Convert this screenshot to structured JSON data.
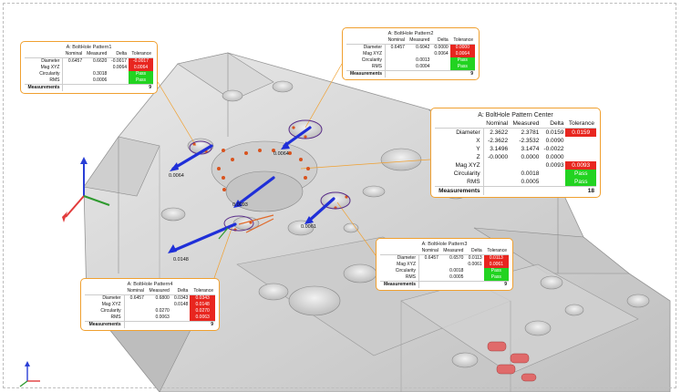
{
  "panels": {
    "p1": {
      "title": "A: BoltHole Pattern1",
      "headers": [
        "",
        "Nominal",
        "Measured",
        "Delta",
        "Tolerance"
      ],
      "rows": [
        {
          "label": "Diameter",
          "nominal": "0.6457",
          "measured": "0.6620",
          "delta": "-0.0017",
          "tol": "-0.0017",
          "status": "fail"
        },
        {
          "label": "Mag XYZ",
          "nominal": "",
          "measured": "",
          "delta": "0.0064",
          "tol": "0.0064",
          "status": "fail"
        },
        {
          "label": "Circularity",
          "nominal": "",
          "measured": "0.3018",
          "delta": "",
          "tol": "Pass",
          "status": "pass"
        },
        {
          "label": "RMS",
          "nominal": "",
          "measured": "0.0006",
          "delta": "",
          "tol": "Pass",
          "status": "pass"
        }
      ],
      "measurements_label": "Measurements",
      "measurements": "9"
    },
    "p2": {
      "title": "A: BoltHole Pattern2",
      "headers": [
        "",
        "Nominal",
        "Measured",
        "Delta",
        "Tolerance"
      ],
      "rows": [
        {
          "label": "Diameter",
          "nominal": "0.6457",
          "measured": "0.6042",
          "delta": "0.0000",
          "tol": "0.0000",
          "status": "fail"
        },
        {
          "label": "Mag XYZ",
          "nominal": "",
          "measured": "",
          "delta": "0.0064",
          "tol": "0.0064",
          "status": "fail"
        },
        {
          "label": "Circularity",
          "nominal": "",
          "measured": "0.0013",
          "delta": "",
          "tol": "Pass",
          "status": "pass"
        },
        {
          "label": "RMS",
          "nominal": "",
          "measured": "0.0004",
          "delta": "",
          "tol": "Pass",
          "status": "pass"
        }
      ],
      "measurements_label": "Measurements",
      "measurements": "9"
    },
    "center": {
      "title": "A: BoltHole Pattern Center",
      "headers": [
        "",
        "Nominal",
        "Measured",
        "Delta",
        "Tolerance"
      ],
      "rows": [
        {
          "label": "Diameter",
          "nominal": "2.3622",
          "measured": "2.3781",
          "delta": "0.0159",
          "tol": "0.0159",
          "status": "fail"
        },
        {
          "label": "X",
          "nominal": "-2.3622",
          "measured": "-2.3532",
          "delta": "0.0090",
          "tol": "",
          "status": ""
        },
        {
          "label": "Y",
          "nominal": "3.1496",
          "measured": "3.1474",
          "delta": "-0.0022",
          "tol": "",
          "status": ""
        },
        {
          "label": "Z",
          "nominal": "-0.0000",
          "measured": "0.0000",
          "delta": "0.0000",
          "tol": "",
          "status": ""
        },
        {
          "label": "Mag XYZ",
          "nominal": "",
          "measured": "",
          "delta": "0.0093",
          "tol": "0.0093",
          "status": "fail"
        },
        {
          "label": "Circularity",
          "nominal": "",
          "measured": "0.0018",
          "delta": "",
          "tol": "Pass",
          "status": "pass"
        },
        {
          "label": "RMS",
          "nominal": "",
          "measured": "0.0005",
          "delta": "",
          "tol": "Pass",
          "status": "pass"
        }
      ],
      "measurements_label": "Measurements",
      "measurements": "18"
    },
    "p3": {
      "title": "A: BoltHole Pattern3",
      "headers": [
        "",
        "Nominal",
        "Measured",
        "Delta",
        "Tolerance"
      ],
      "rows": [
        {
          "label": "Diameter",
          "nominal": "0.6457",
          "measured": "0.6570",
          "delta": "0.0113",
          "tol": "0.0113",
          "status": "fail"
        },
        {
          "label": "Mag XYZ",
          "nominal": "",
          "measured": "",
          "delta": "0.0061",
          "tol": "0.0061",
          "status": "fail"
        },
        {
          "label": "Circularity",
          "nominal": "",
          "measured": "0.0018",
          "delta": "",
          "tol": "Pass",
          "status": "pass"
        },
        {
          "label": "RMS",
          "nominal": "",
          "measured": "0.0005",
          "delta": "",
          "tol": "Pass",
          "status": "pass"
        }
      ],
      "measurements_label": "Measurements",
      "measurements": "9"
    },
    "p4": {
      "title": "A: BoltHole Pattern4",
      "headers": [
        "",
        "Nominal",
        "Measured",
        "Delta",
        "Tolerance"
      ],
      "rows": [
        {
          "label": "Diameter",
          "nominal": "0.6457",
          "measured": "0.6800",
          "delta": "0.0343",
          "tol": "0.0343",
          "status": "fail"
        },
        {
          "label": "Mag XYZ",
          "nominal": "",
          "measured": "",
          "delta": "0.0148",
          "tol": "0.0148",
          "status": "fail"
        },
        {
          "label": "Circularity",
          "nominal": "",
          "measured": "0.0270",
          "delta": "",
          "tol": "0.0270",
          "status": "fail"
        },
        {
          "label": "RMS",
          "nominal": "",
          "measured": "0.0063",
          "delta": "",
          "tol": "0.0063",
          "status": "fail"
        }
      ],
      "measurements_label": "Measurements",
      "measurements": "9"
    }
  },
  "deviation_labels": {
    "d1": "0.0064",
    "d2": "0.0064",
    "d3": "0.0093",
    "d4": "0.0061",
    "d5": "0.0148"
  },
  "colors": {
    "panel_border": "#f0a030",
    "fail": "#e8261f",
    "pass": "#22d321",
    "vector": "#1f2fd8",
    "axis_x": "#e23b3b",
    "axis_y": "#2f9a2f",
    "axis_z": "#2a3fd6"
  },
  "icons": {
    "triad_large": "axis-triad-icon",
    "triad_small": "view-triad-icon"
  }
}
